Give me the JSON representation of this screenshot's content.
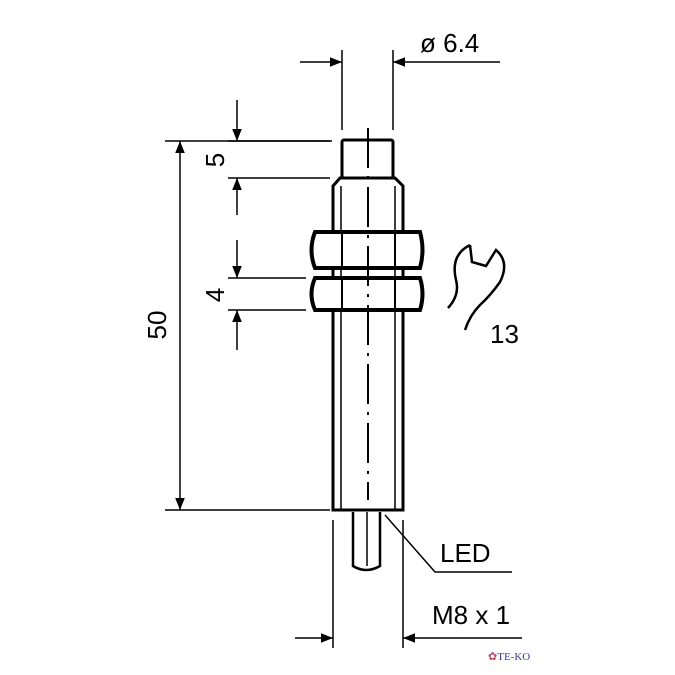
{
  "dimensions": {
    "diameter": "ø 6.4",
    "tip_length": "5",
    "nut_thickness": "4",
    "total_length": "50",
    "wrench_size": "13",
    "thread": "M8 x 1"
  },
  "labels": {
    "led": "LED"
  },
  "logo": {
    "text": "TE-KO"
  }
}
